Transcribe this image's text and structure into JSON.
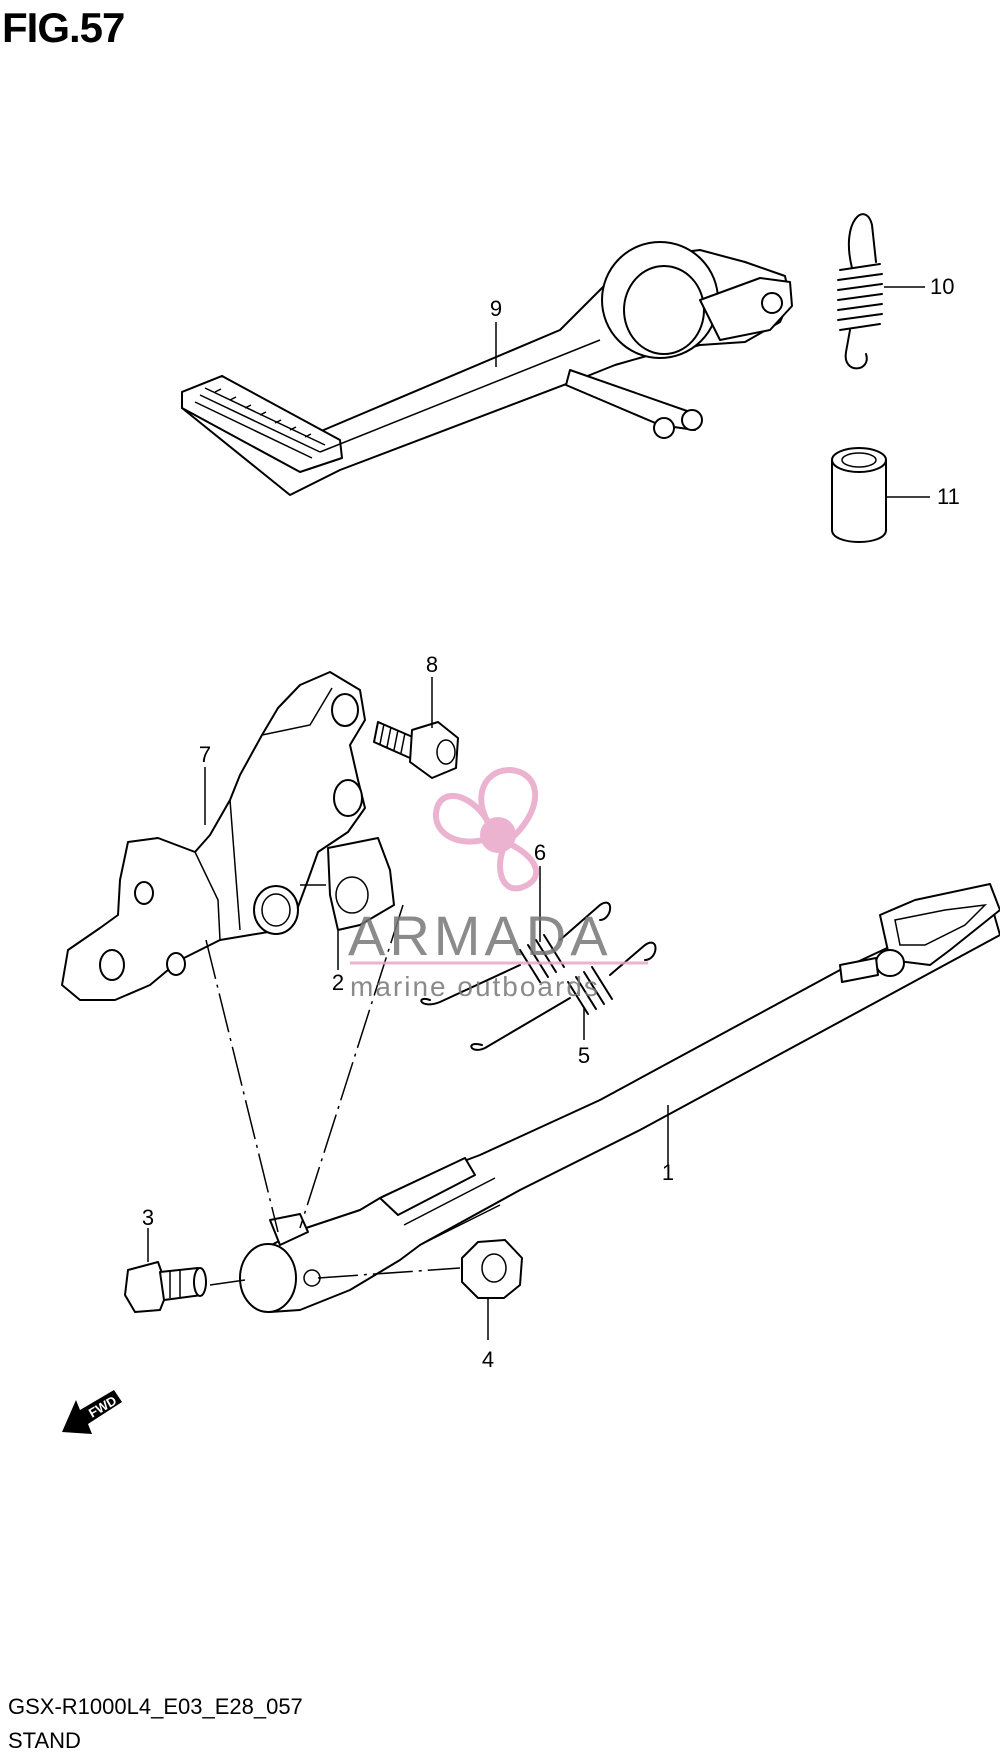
{
  "header": {
    "figure_title": "FIG.57"
  },
  "footer": {
    "diagram_code": "GSX-R1000L4_E03_E28_057",
    "diagram_name": "STAND"
  },
  "callouts": {
    "c1": "1",
    "c2": "2",
    "c3": "3",
    "c4": "4",
    "c5": "5",
    "c6": "6",
    "c7": "7",
    "c8": "8",
    "c9": "9",
    "c10": "10",
    "c11": "11"
  },
  "watermark": {
    "brand": "ARMADA",
    "tagline": "marine outboards",
    "accent_color": "#e8a6c8"
  },
  "fwd_badge": {
    "label": "FWD"
  }
}
